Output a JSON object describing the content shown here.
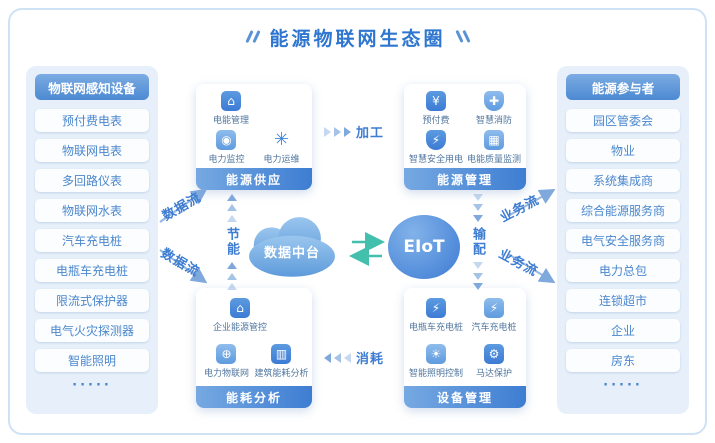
{
  "title": {
    "text": "能源物联网生态圈"
  },
  "left_panel": {
    "header": "物联网感知设备",
    "items": [
      "预付费电表",
      "物联网电表",
      "多回路仪表",
      "物联网水表",
      "汽车充电桩",
      "电瓶车充电桩",
      "限流式保护器",
      "电气火灾探测器",
      "智能照明"
    ],
    "more": "·····"
  },
  "right_panel": {
    "header": "能源参与者",
    "items": [
      "园区管委会",
      "物业",
      "系统集成商",
      "综合能源服务商",
      "电气安全服务商",
      "电力总包",
      "连锁超市",
      "企业",
      "房东"
    ],
    "more": "·····"
  },
  "boxes": {
    "energy_supply": {
      "label": "能源供应",
      "features": [
        {
          "label": "电能管理",
          "glyph": "⌂"
        },
        {
          "label": "电力监控",
          "glyph": "◉"
        },
        {
          "label": "电力运维",
          "glyph": "✳"
        }
      ]
    },
    "energy_management": {
      "label": "能源管理",
      "features": [
        {
          "label": "预付费",
          "glyph": "¥"
        },
        {
          "label": "智慧消防",
          "glyph": "✚"
        },
        {
          "label": "智慧安全用电",
          "glyph": "⚡"
        },
        {
          "label": "电能质量监测",
          "glyph": "▦"
        }
      ]
    },
    "energy_analysis": {
      "label": "能耗分析",
      "features": [
        {
          "label": "企业能源管控",
          "glyph": "⌂"
        },
        {
          "label": "电力物联网",
          "glyph": "⊕"
        },
        {
          "label": "建筑能耗分析",
          "glyph": "▥"
        }
      ]
    },
    "device_management": {
      "label": "设备管理",
      "features": [
        {
          "label": "电瓶车充电桩",
          "glyph": "⚡"
        },
        {
          "label": "汽车充电桩",
          "glyph": "⚡"
        },
        {
          "label": "智能照明控制",
          "glyph": "☀"
        },
        {
          "label": "马达保护",
          "glyph": "⚙"
        }
      ]
    }
  },
  "center": {
    "cloud": "数据中台",
    "eiot": "EIoT"
  },
  "flows": {
    "process": "加工",
    "transmission": "输配",
    "consumption": "消耗",
    "saving": "节能",
    "data_flow_top": "数据流",
    "data_flow_bottom": "数据流",
    "business_flow_top": "业务流",
    "business_flow_bottom": "业务流"
  },
  "colors": {
    "accent": "#3E7DD2",
    "panel_bg": "#E7F0FA",
    "header_gradient_start": "#7CACE2",
    "header_gradient_end": "#4C89D2",
    "teal": "#43BFAE",
    "frame_border": "#CFE2F5"
  }
}
